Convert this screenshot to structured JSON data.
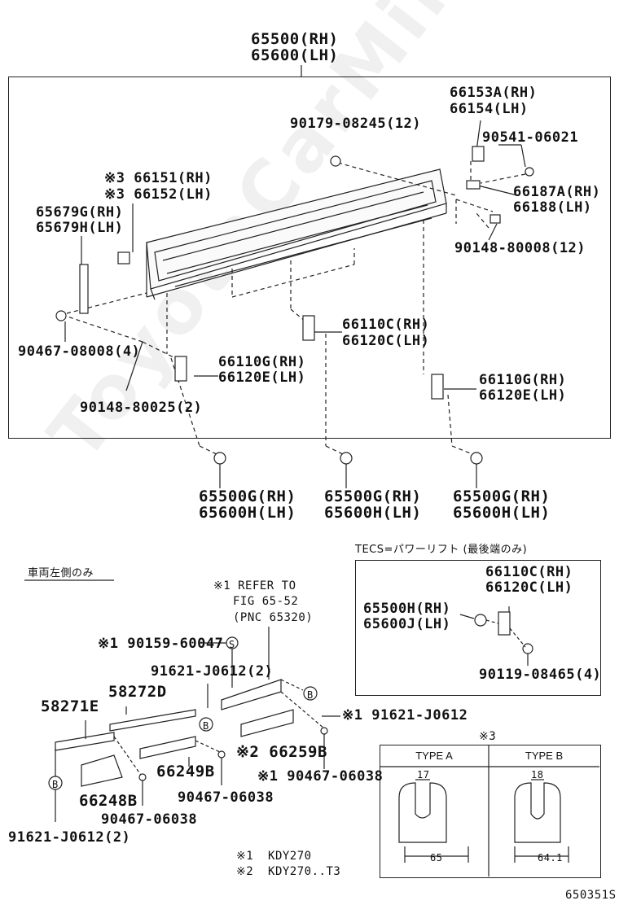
{
  "watermark": "ToyotaCarMinPartsManual",
  "top": {
    "main_rh": "65500(RH)",
    "main_lh": "65600(LH)",
    "l1": "90179-08245(12)",
    "l2a": "66153A(RH)",
    "l2b": "66154(LH)",
    "l3": "90541-06021",
    "l4a": "※3 66151(RH)",
    "l4b": "※3 66152(LH)",
    "l5a": "65679G(RH)",
    "l5b": "65679H(LH)",
    "l6a": "66187A(RH)",
    "l6b": "66188(LH)",
    "l7": "90148-80008(12)",
    "l8a": "66110C(RH)",
    "l8b": "66120C(LH)",
    "l9": "90467-08008(4)",
    "l10a": "66110G(RH)",
    "l10b": "66120E(LH)",
    "l11a": "66110G(RH)",
    "l11b": "66120E(LH)",
    "l12": "90148-80025(2)",
    "b1a": "65500G(RH)",
    "b1b": "65600H(LH)",
    "b2a": "65500G(RH)",
    "b2b": "65600H(LH)",
    "b3a": "65500G(RH)",
    "b3b": "65600H(LH)"
  },
  "left": {
    "jp_note": "車両左側のみ",
    "ref1": "※1 REFER TO",
    "ref2": "FIG 65-52",
    "ref3": "(PNC 65320)",
    "p1": "※1 90159-60047",
    "s_mark": "S",
    "p2": "91621-J0612(2)",
    "p3": "58271E",
    "p4": "58272D",
    "b_mark": "B",
    "p5": "※1 91621-J0612",
    "p6": "※2 66259B",
    "p7": "66249B",
    "p8": "66248B",
    "p9": "※1 90467-06038",
    "p10": "90467-06038",
    "p11": "90467-06038",
    "p12": "91621-J0612(2)",
    "fn1": "※1  KDY270",
    "fn2": "※2  KDY270..T3"
  },
  "tecs": {
    "title": "TECS=パワーリフト (最後端のみ)",
    "t1a": "66110C(RH)",
    "t1b": "66120C(LH)",
    "t2a": "65500H(RH)",
    "t2b": "65600J(LH)",
    "t3": "90119-08465(4)"
  },
  "types": {
    "note": "※3",
    "type_a": "TYPE A",
    "type_b": "TYPE B",
    "a_top": "17",
    "a_bot": "65",
    "b_top": "18",
    "b_bot": "64.1"
  },
  "figure_id": "650351S"
}
